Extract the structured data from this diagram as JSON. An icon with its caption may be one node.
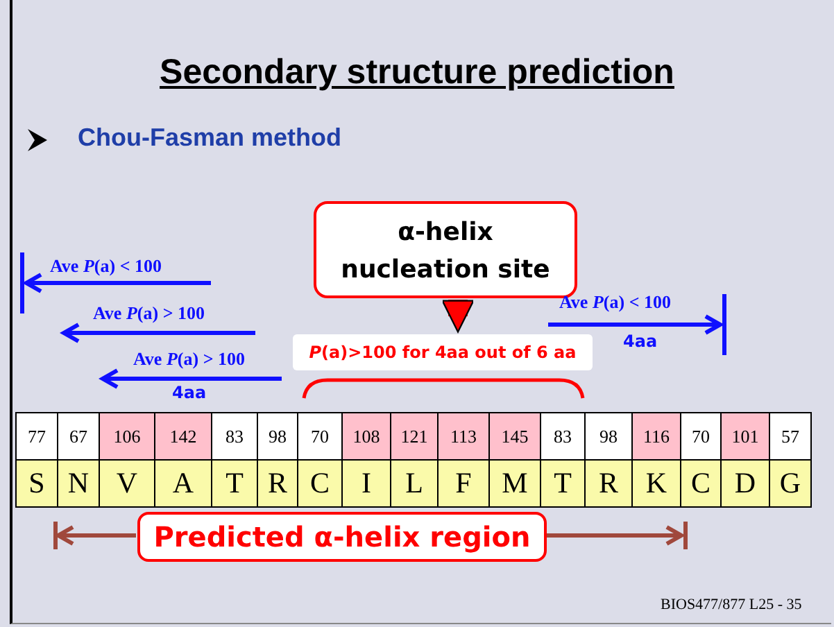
{
  "diagram": {
    "title": "Secondary structure prediction",
    "nodes": [
      {
        "text": [
          "α-helix nucleation site"
        ]
      },
      {
        "text": [
          "*P*(a)>100 for 4aa out of 6 aa"
        ]
      },
      {
        "text": [
          "Predicted α-helix region"
        ]
      }
    ],
    "edges": [
      {
        "from": 0,
        "to": 1,
        "arrow": "to"
      }
    ],
    "labels": [
      "Chou-Fasman method",
      "Ave *P*(a) < 100",
      "Ave *P*(a) < 100",
      "Ave *P*(a) > 100",
      "4aa",
      "Ave *P*(a) > 100",
      "4aa",
      "77",
      "67",
      "106",
      "142",
      "83",
      "98",
      "70",
      "108",
      "121",
      "113",
      "145",
      "83",
      "98",
      "116",
      "70",
      "101",
      "57",
      "S",
      "N",
      "V",
      "A",
      "T",
      "R",
      "C",
      "I",
      "L",
      "F",
      "M",
      "T",
      "R",
      "K",
      "C",
      "D",
      "G",
      "BIOS477/877 L25 - 35"
    ]
  }
}
